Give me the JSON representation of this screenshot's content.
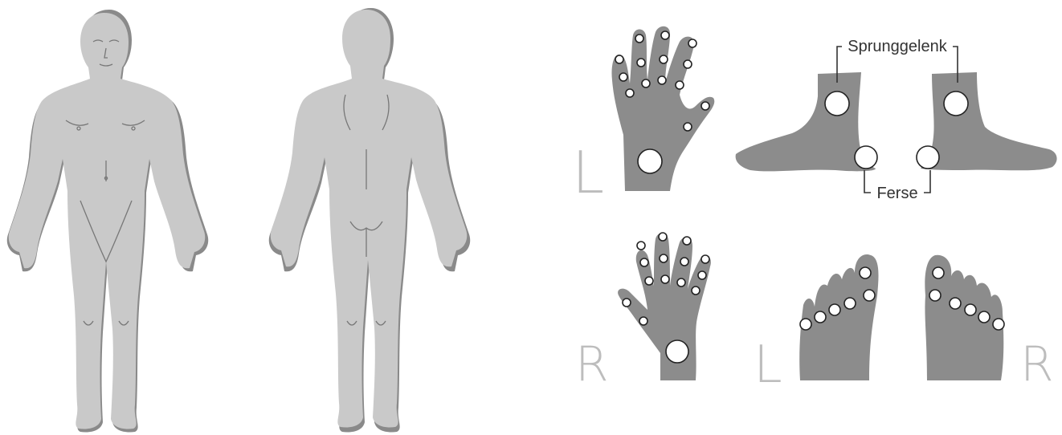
{
  "labels": {
    "ankle": "Sprunggelenk",
    "heel": "Ferse",
    "left_hand": "L",
    "right_hand": "R",
    "left_foot": "L",
    "right_foot": "R"
  },
  "colors": {
    "body": "#c9c9c9",
    "body_shadow": "#8a8a8a",
    "limb": "#8c8c8c",
    "joint": "#ffffff",
    "letter": "#bdbdbd"
  }
}
